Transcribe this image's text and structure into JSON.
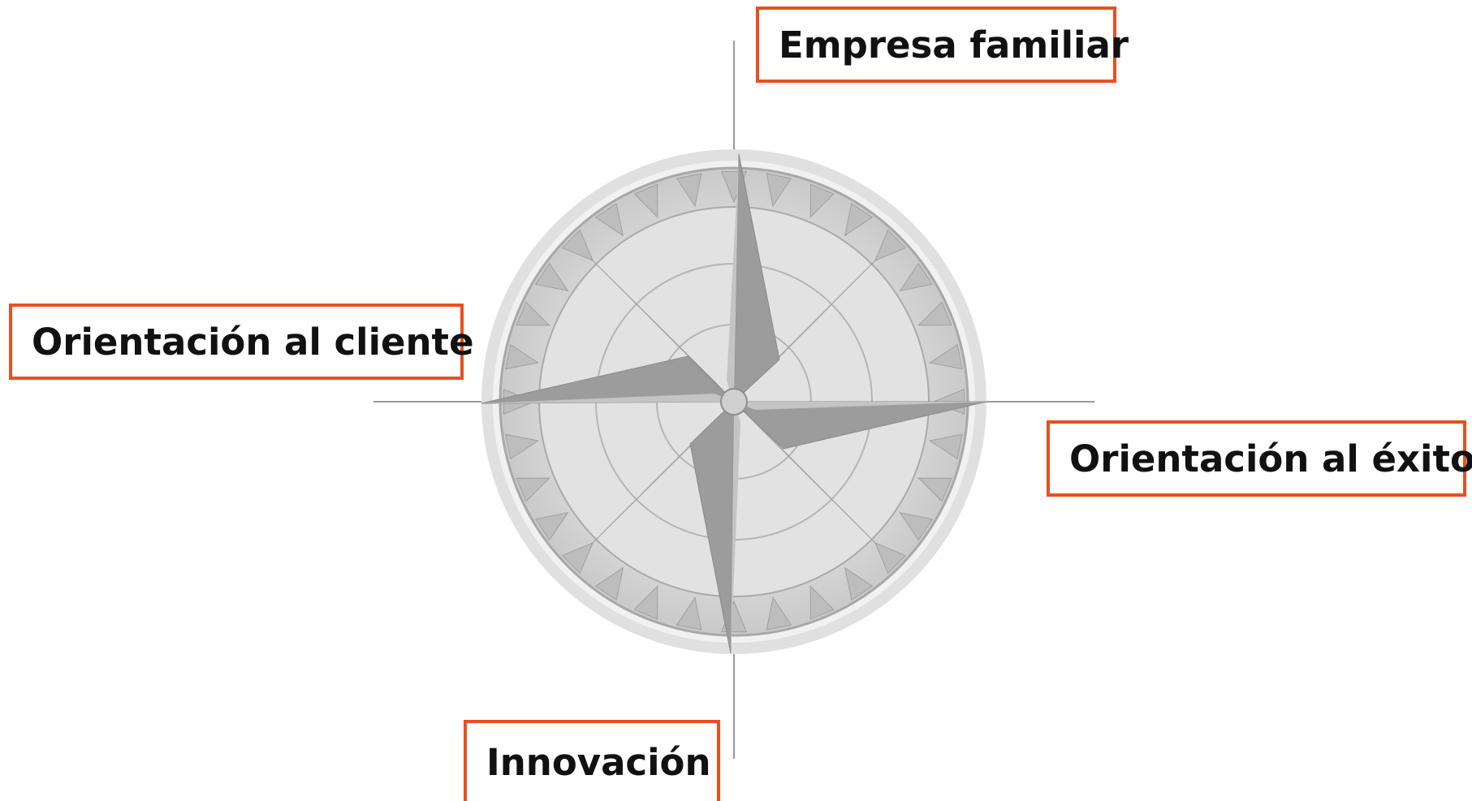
{
  "diagram": {
    "labels": {
      "top": "Empresa familiar",
      "left": "Orientación al cliente",
      "right": "Orientación al éxito",
      "bottom": "Innovación"
    },
    "colors": {
      "accent_border": "#e8501f",
      "text": "#111111",
      "compass_fill": "#9c9c9c",
      "compass_light": "#d6d6d6"
    },
    "icon": "compass-rose-icon"
  }
}
